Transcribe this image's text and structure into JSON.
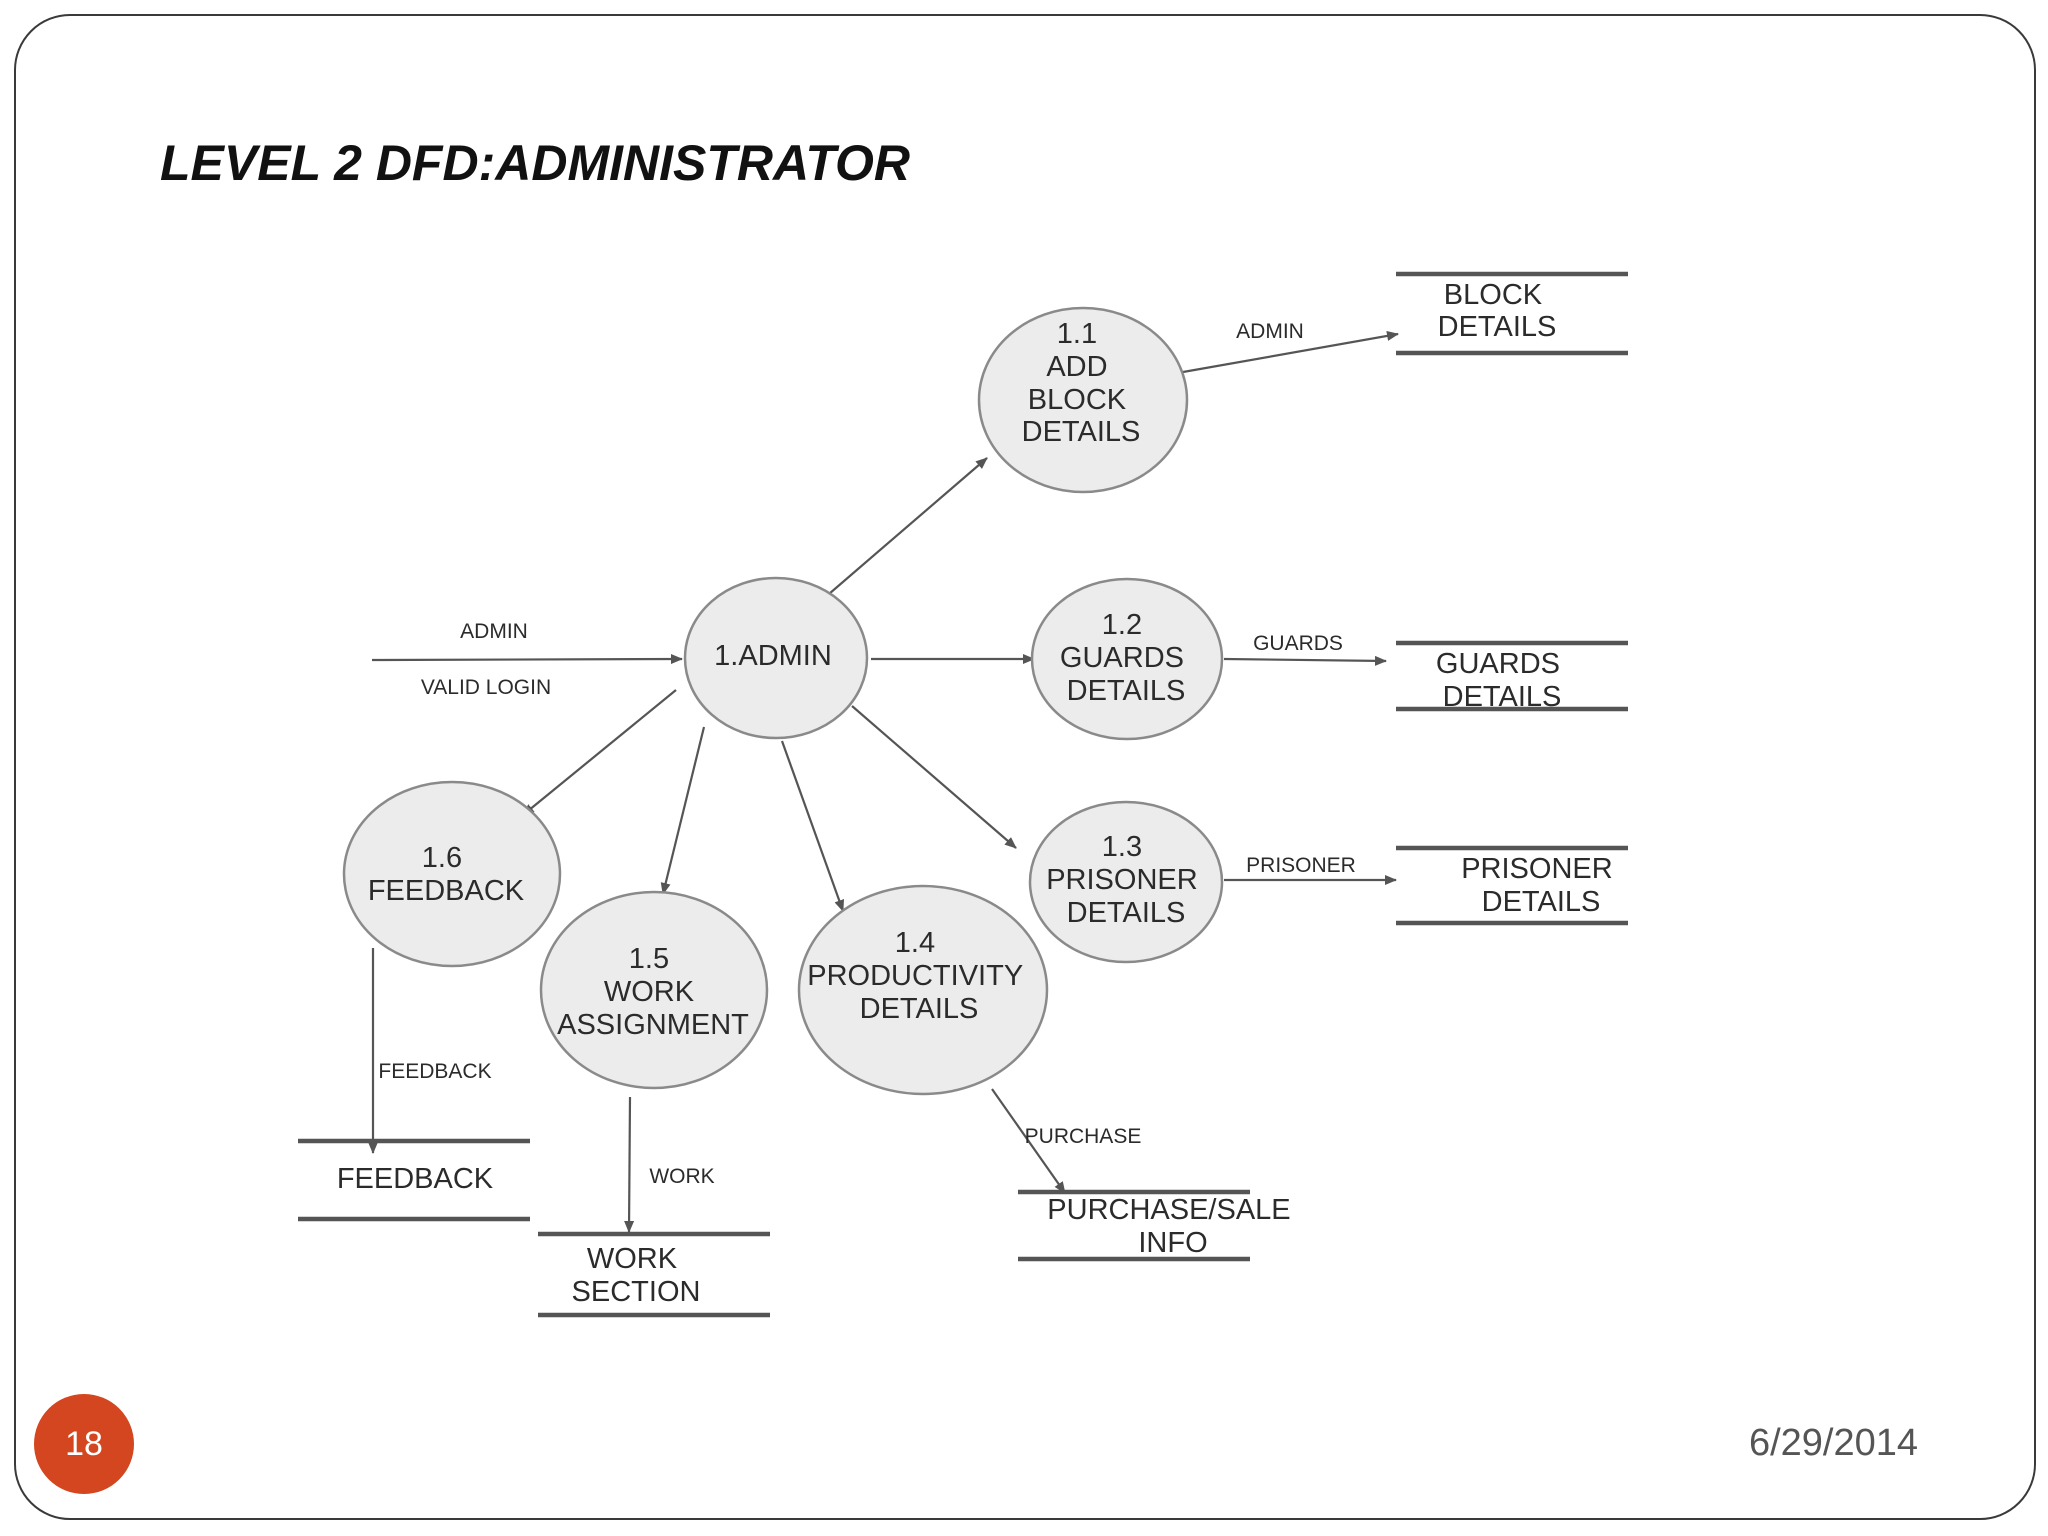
{
  "slide": {
    "title": "LEVEL 2 DFD:ADMINISTRATOR",
    "page_number": "18",
    "date": "6/29/2014",
    "accent_color": "#d4461f"
  },
  "diagram": {
    "processes": [
      {
        "id": "admin",
        "lines": [
          "1.ADMIN"
        ]
      },
      {
        "id": "p1-1",
        "lines": [
          "1.1",
          "ADD",
          "BLOCK",
          "DETAILS"
        ]
      },
      {
        "id": "p1-2",
        "lines": [
          "1.2",
          "GUARDS",
          "DETAILS"
        ]
      },
      {
        "id": "p1-3",
        "lines": [
          "1.3",
          "PRISONER",
          "DETAILS"
        ]
      },
      {
        "id": "p1-4",
        "lines": [
          "1.4",
          "PRODUCTIVITY",
          "DETAILS"
        ]
      },
      {
        "id": "p1-5",
        "lines": [
          "1.5",
          "WORK",
          "ASSIGNMENT"
        ]
      },
      {
        "id": "p1-6",
        "lines": [
          "1.6",
          "FEEDBACK"
        ]
      }
    ],
    "stores": [
      {
        "id": "block",
        "lines": [
          "BLOCK",
          "DETAILS"
        ]
      },
      {
        "id": "guards",
        "lines": [
          "GUARDS",
          "DETAILS"
        ]
      },
      {
        "id": "prisoner",
        "lines": [
          "PRISONER",
          "DETAILS"
        ]
      },
      {
        "id": "purchase",
        "lines": [
          "PURCHASE/SALE",
          "INFO"
        ]
      },
      {
        "id": "work",
        "lines": [
          "WORK",
          "SECTION"
        ]
      },
      {
        "id": "feedback",
        "lines": [
          "FEEDBACK"
        ]
      }
    ],
    "flows": [
      {
        "id": "in-admin",
        "label": "ADMIN"
      },
      {
        "id": "in-valid-login",
        "label": "VALID LOGIN"
      },
      {
        "id": "to-block",
        "label": "ADMIN"
      },
      {
        "id": "to-guards",
        "label": "GUARDS"
      },
      {
        "id": "to-prisoner",
        "label": "PRISONER"
      },
      {
        "id": "to-purchase",
        "label": "PURCHASE"
      },
      {
        "id": "to-work",
        "label": "WORK"
      },
      {
        "id": "to-feedback",
        "label": "FEEDBACK"
      }
    ]
  }
}
